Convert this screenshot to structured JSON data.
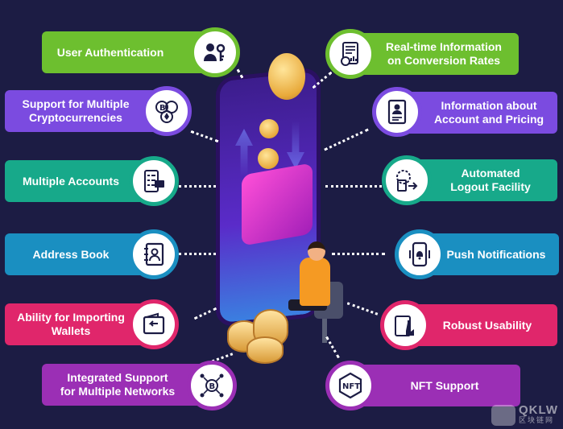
{
  "features_left": [
    {
      "label": "User Authentication",
      "icon": "user-key-icon",
      "color": "#6dbf2f"
    },
    {
      "label": "Support for Multiple\nCryptocurrencies",
      "icon": "crypto-coins-icon",
      "color": "#7b4be0"
    },
    {
      "label": "Multiple Accounts",
      "icon": "accounts-list-icon",
      "color": "#17a98a"
    },
    {
      "label": "Address Book",
      "icon": "address-book-icon",
      "color": "#1a8fc1"
    },
    {
      "label": "Ability for Importing\nWallets",
      "icon": "import-wallet-icon",
      "color": "#e0266b"
    },
    {
      "label": "Integrated Support\nfor Multiple Networks",
      "icon": "network-icon",
      "color": "#9b2fb5"
    }
  ],
  "features_right": [
    {
      "label": "Real-time Information\non Conversion Rates",
      "icon": "report-chart-icon",
      "color": "#6dbf2f"
    },
    {
      "label": "Information about\nAccount and Pricing",
      "icon": "account-info-icon",
      "color": "#7b4be0"
    },
    {
      "label": "Automated\nLogout Facility",
      "icon": "auto-logout-icon",
      "color": "#17a98a"
    },
    {
      "label": "Push Notifications",
      "icon": "push-notification-icon",
      "color": "#1a8fc1"
    },
    {
      "label": "Robust Usability",
      "icon": "usability-icon",
      "color": "#e0266b"
    },
    {
      "label": "NFT Support",
      "icon": "nft-icon",
      "color": "#9b2fb5"
    }
  ],
  "nft_icon_text": "NFT",
  "watermark": {
    "main": "QKLW",
    "sub": "区块链网"
  }
}
